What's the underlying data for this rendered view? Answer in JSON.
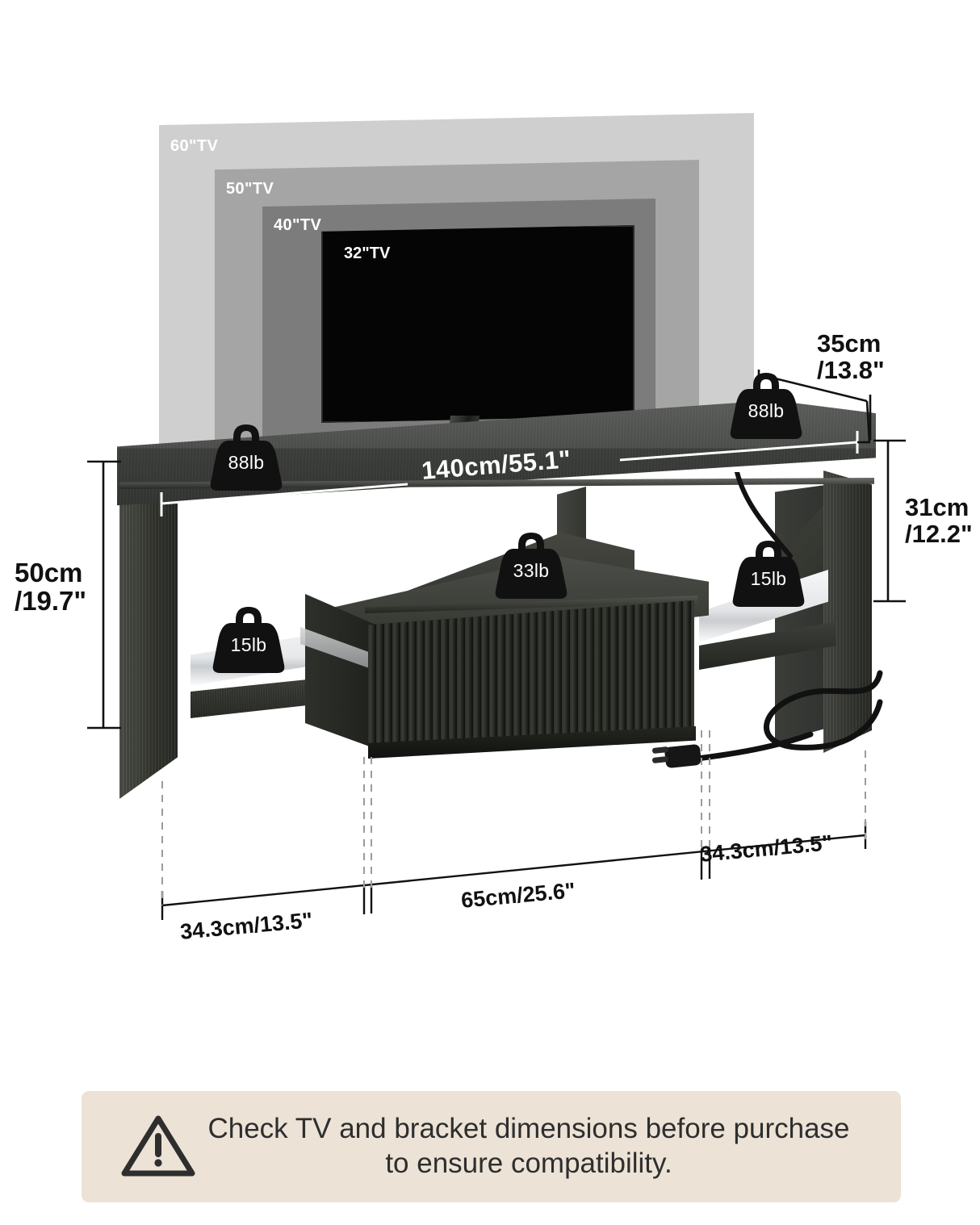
{
  "product": {
    "type": "tv-stand-dimension-diagram"
  },
  "tv_sizes": [
    {
      "id": "tv60",
      "label": "60\"TV",
      "color": "#cfcfcf"
    },
    {
      "id": "tv50",
      "label": "50\"TV",
      "color": "#a5a5a5"
    },
    {
      "id": "tv40",
      "label": "40\"TV",
      "color": "#7c7c7c"
    },
    {
      "id": "tv32",
      "label": "32\"TV",
      "color": "#050505"
    }
  ],
  "weights": [
    {
      "id": "top-left",
      "label": "88lb"
    },
    {
      "id": "top-right",
      "label": "88lb"
    },
    {
      "id": "middle-top",
      "label": "33lb"
    },
    {
      "id": "shelf-left",
      "label": "15lb"
    },
    {
      "id": "shelf-right",
      "label": "15lb"
    }
  ],
  "dimensions": {
    "width": "140cm/55.1\"",
    "depth_cm": "35cm",
    "depth_in": "/13.8\"",
    "height_cm": "50cm",
    "height_in": "/19.7\"",
    "opening_cm": "31cm",
    "opening_in": "/12.2\"",
    "bay_left": "34.3cm/13.5\"",
    "bay_center": "65cm/25.6\"",
    "bay_right": "34.3cm/13.5\""
  },
  "banner": {
    "icon": "warning-triangle-icon",
    "text": "Check TV and bracket dimensions before purchase to ensure compatibility.",
    "background": "#ece2d6"
  }
}
